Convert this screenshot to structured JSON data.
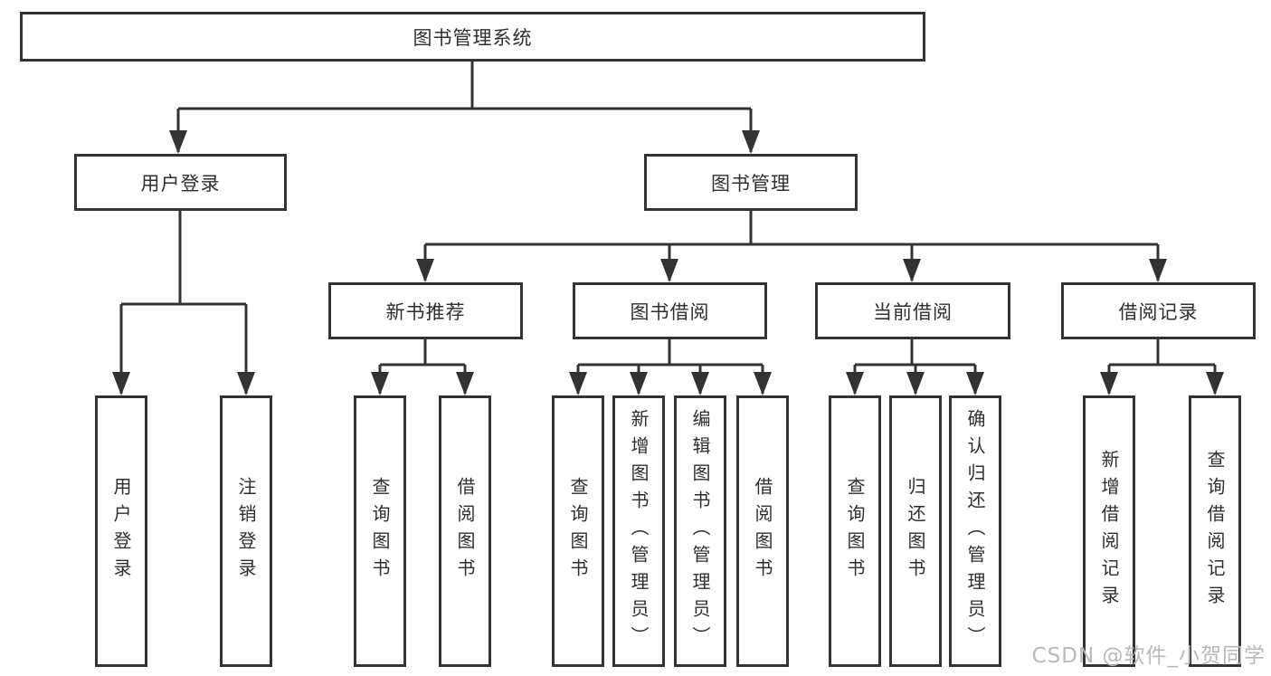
{
  "nodes": {
    "root": "图书管理系统",
    "login": "用户登录",
    "mgmt": "图书管理",
    "rec": "新书推荐",
    "borrow": "图书借阅",
    "current": "当前借阅",
    "records": "借阅记录",
    "login_user": "用户登录",
    "login_logout": "注销登录",
    "rec_query": "查询图书",
    "rec_borrow": "借阅图书",
    "borrow_query": "查询图书",
    "borrow_add": "新增图书（管理员）",
    "borrow_edit": "编辑图书（管理员）",
    "borrow_lend": "借阅图书",
    "cur_query": "查询图书",
    "cur_return": "归还图书",
    "cur_confirm": "确认归还（管理员）",
    "records_add": "新增借阅记录",
    "records_query": "查询借阅记录"
  },
  "hierarchy": {
    "图书管理系统": [
      "用户登录",
      "图书管理"
    ],
    "用户登录": [
      "用户登录",
      "注销登录"
    ],
    "图书管理": [
      "新书推荐",
      "图书借阅",
      "当前借阅",
      "借阅记录"
    ],
    "新书推荐": [
      "查询图书",
      "借阅图书"
    ],
    "图书借阅": [
      "查询图书",
      "新增图书（管理员）",
      "编辑图书（管理员）",
      "借阅图书"
    ],
    "当前借阅": [
      "查询图书",
      "归还图书",
      "确认归还（管理员）"
    ],
    "借阅记录": [
      "新增借阅记录",
      "查询借阅记录"
    ]
  },
  "watermark": "CSDN @软件_小贺同学",
  "colors": {
    "line": "#333333",
    "text": "#2f2f2f",
    "background": "#ffffff",
    "watermark": "#b6b9bd"
  }
}
